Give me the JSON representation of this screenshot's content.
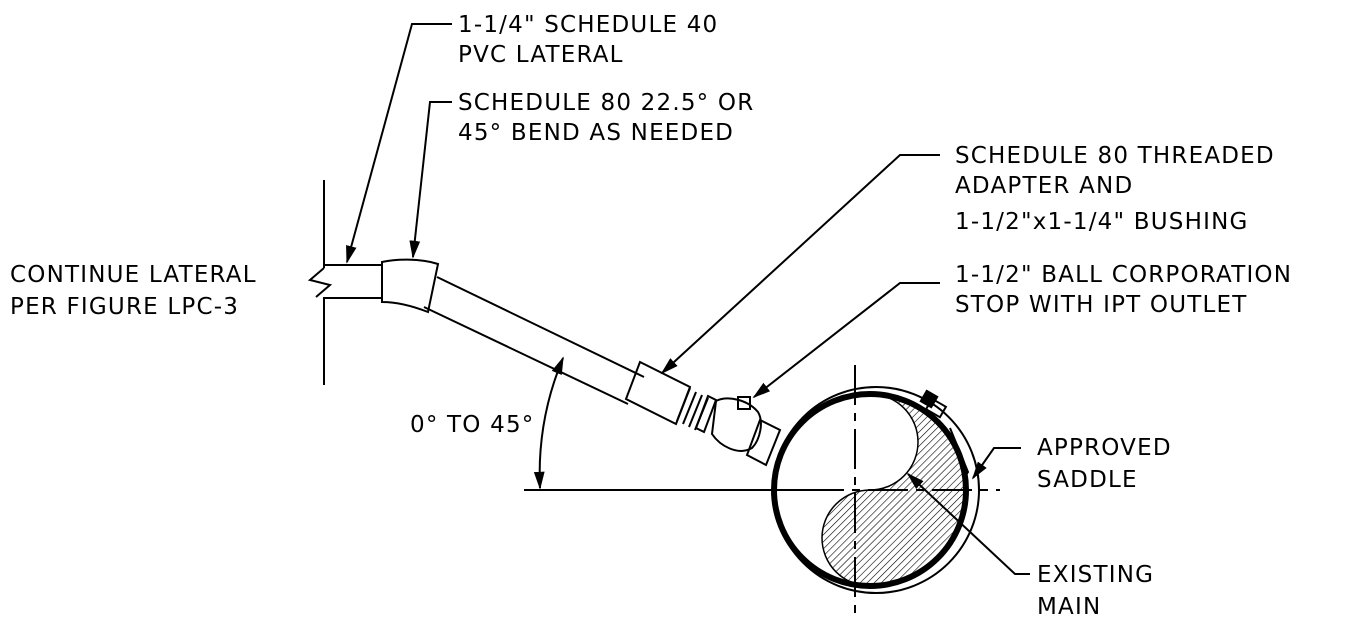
{
  "labels": {
    "lateral_line1": "1-1/4\" SCHEDULE 40",
    "lateral_line2": "PVC LATERAL",
    "bend_line1": "SCHEDULE 80 22.5° OR",
    "bend_line2": "45° BEND AS NEEDED",
    "adapter_line1": "SCHEDULE 80 THREADED",
    "adapter_line2": "ADAPTER AND",
    "adapter_line3": "1-1/2\"x1-1/4\" BUSHING",
    "stop_line1": "1-1/2\" BALL CORPORATION",
    "stop_line2": "STOP WITH IPT OUTLET",
    "continue_line1": "CONTINUE LATERAL",
    "continue_line2": "PER FIGURE LPC-3",
    "angle": "0° TO 45°",
    "saddle_line1": "APPROVED",
    "saddle_line2": "SADDLE",
    "main_line1": "EXISTING",
    "main_line2": "MAIN"
  }
}
